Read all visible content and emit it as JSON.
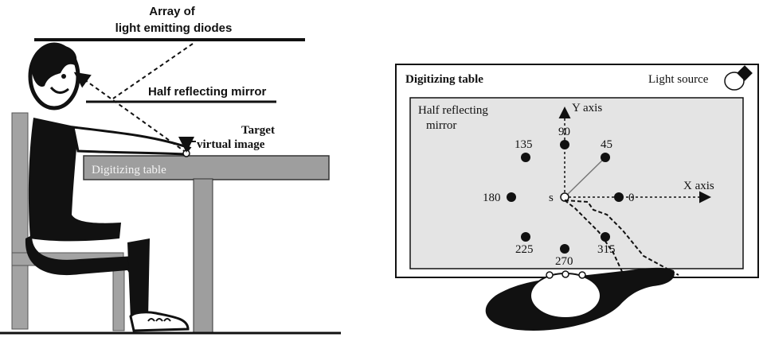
{
  "left_panel": {
    "title_line1": "Array of",
    "title_line2": "light emitting diodes",
    "mirror_label": "Half reflecting mirror",
    "target_line1": "Target",
    "target_line2": "virtual image",
    "table_label": "Digitizing table"
  },
  "right_panel": {
    "frame_label": "Digitizing table",
    "light_source_label": "Light source",
    "mirror_line1": "Half reflecting",
    "mirror_line2": "mirror",
    "y_axis_label": "Y axis",
    "x_axis_label": "X axis",
    "start_label": "s",
    "target_angles": [
      "0",
      "45",
      "90",
      "135",
      "180",
      "225",
      "270",
      "315"
    ]
  },
  "colors": {
    "table_fill": "#9e9e9e",
    "chair_fill": "#a3a3a3",
    "screen_fill": "#e4e4e4",
    "ink": "#111111"
  }
}
